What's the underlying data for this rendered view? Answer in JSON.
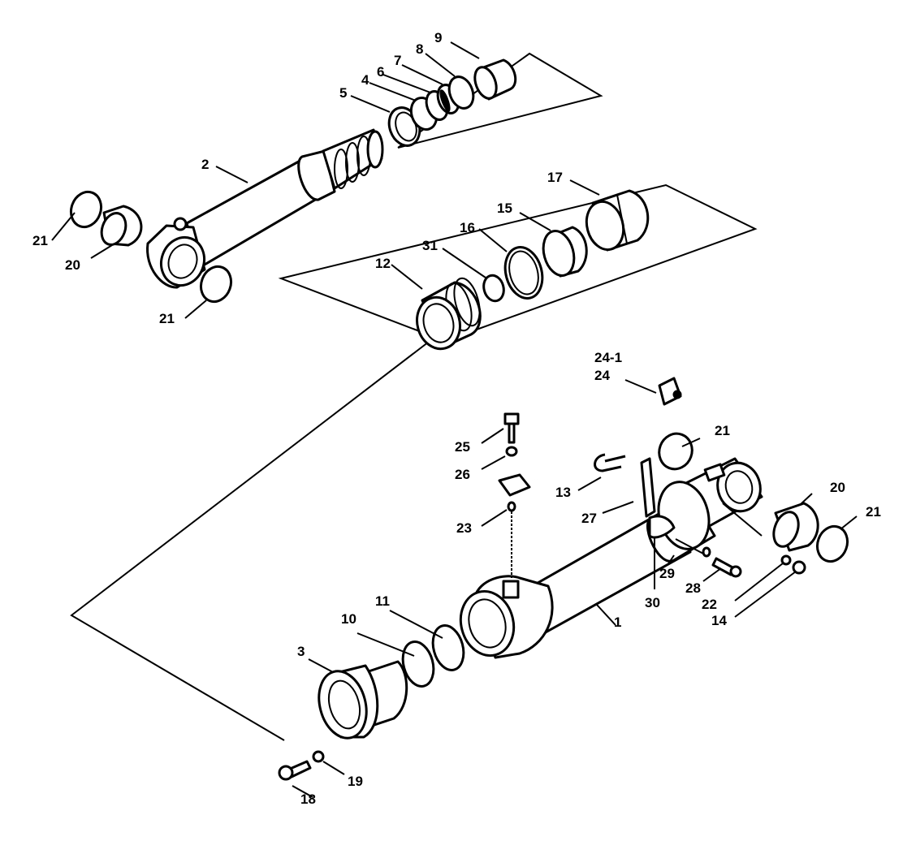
{
  "diagram": {
    "labels": {
      "p1": "1",
      "p2": "2",
      "p3": "3",
      "p4": "4",
      "p5": "5",
      "p6": "6",
      "p7": "7",
      "p8": "8",
      "p9": "9",
      "p10": "10",
      "p11": "11",
      "p12": "12",
      "p13": "13",
      "p14": "14",
      "p15": "15",
      "p16": "16",
      "p17": "17",
      "p18": "18",
      "p19": "19",
      "p20a": "20",
      "p20b": "20",
      "p21a": "21",
      "p21b": "21",
      "p21c": "21",
      "p21d": "21",
      "p22": "22",
      "p23": "23",
      "p24_1": "24-1",
      "p24": "24",
      "p25": "25",
      "p26": "26",
      "p27": "27",
      "p28": "28",
      "p29": "29",
      "p30": "30",
      "p31": "31"
    }
  }
}
